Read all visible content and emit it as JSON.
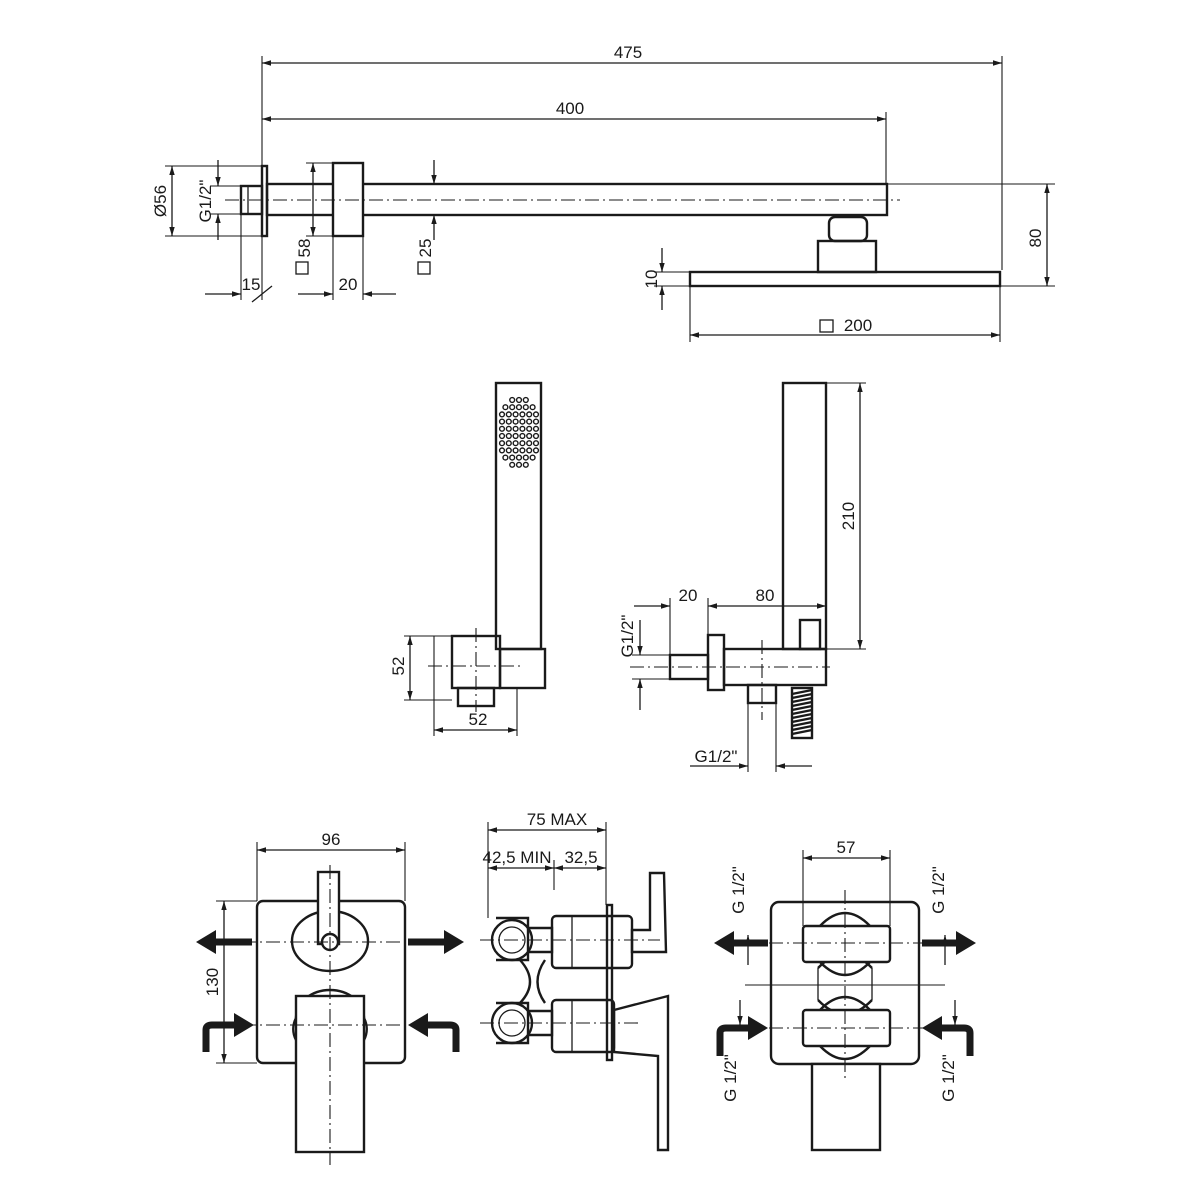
{
  "dimensions": {
    "arm_total": "475",
    "arm_length": "400",
    "flange_diameter": "Ø56",
    "arm_thread": "G1/2\"",
    "arm_base_square": "58",
    "arm_square": "25",
    "flange_depth": "15",
    "base_depth": "20",
    "head_height": "80",
    "head_thickness": "10",
    "head_size": "200",
    "hand_height": "52",
    "hand_width": "52",
    "holder_gap": "20",
    "holder_offset": "80",
    "hand_length": "210",
    "holder_thread": "G1/2\"",
    "outlet_thread": "G1/2\"",
    "plate_width": "96",
    "plate_height": "130",
    "depth_max": "75 MAX",
    "depth_min": "42,5 MIN",
    "depth_extra": "32,5",
    "body_spacing": "57",
    "thread_top_left": "G 1/2\"",
    "thread_top_right": "G 1/2\"",
    "thread_bottom_left": "G 1/2\"",
    "thread_bottom_right": "G 1/2\""
  }
}
